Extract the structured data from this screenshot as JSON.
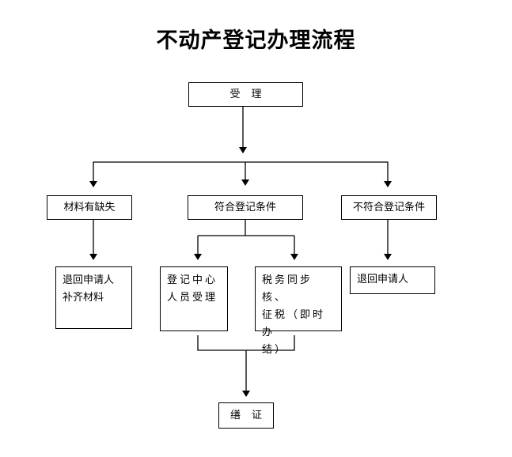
{
  "title": "不动产登记办理流程",
  "steps": {
    "accept": "受理",
    "missing_materials": "材料有缺失",
    "meets_conditions": "符合登记条件",
    "not_meet_conditions": "不符合登记条件",
    "return_supplement": "退回申请人\n补齐材料",
    "center_staff": "登记中心\n人员受理",
    "tax_verify": "税务同步核、\n征税（即时办\n结）",
    "return_applicant": "退回申请人",
    "issue_certificate": "缮证"
  },
  "colors": {
    "line": "#000000",
    "background": "#ffffff"
  }
}
